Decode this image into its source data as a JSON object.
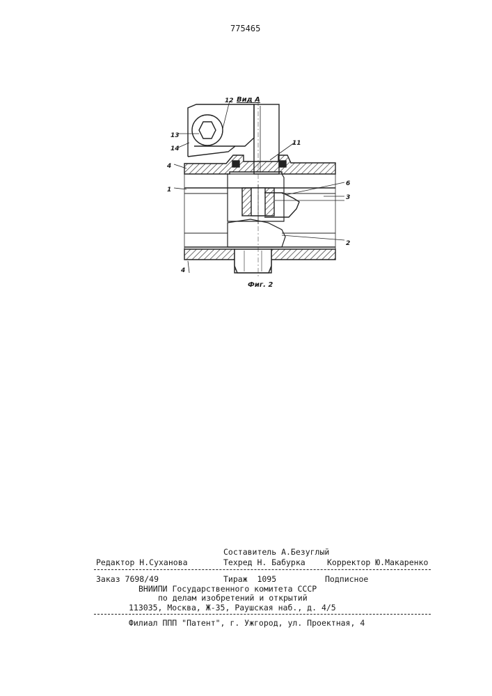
{
  "patent_number": "775465",
  "figure": {
    "view_label": "Вид А",
    "caption": "Фиг. 2",
    "callouts": [
      "12",
      "13",
      "14",
      "11",
      "4",
      "1",
      "6",
      "3",
      "2",
      "4"
    ]
  },
  "imprint": {
    "compiler": "Составитель А.Безуглый",
    "editor": "Редактор Н.Суханова",
    "techred": "Техред Н. Бабурка",
    "corrector": "Корректор Ю.Макаренко",
    "order": "Заказ 7698/49",
    "circulation": "Тираж  1095",
    "subscription": "Подписное",
    "org_line1": "ВНИИПИ Государственного комитета СССР",
    "org_line2": "по делам изобретений и открытий",
    "address": "113035, Москва, Ж-35, Раушская наб., д. 4/5",
    "branch": "Филиал ППП \"Патент\", г. Ужгород, ул. Проектная, 4"
  }
}
